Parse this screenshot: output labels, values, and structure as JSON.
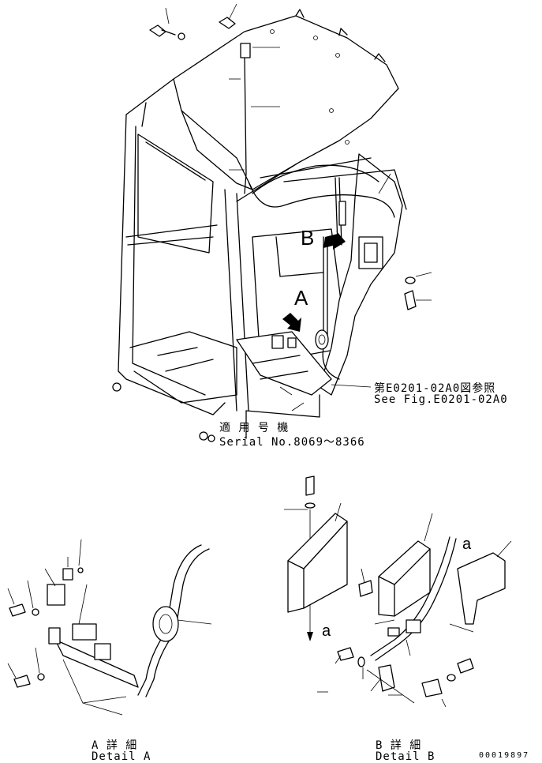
{
  "callouts": {
    "view_b": "B",
    "view_a": "A",
    "arrow_a_left": "a",
    "arrow_a_right": "a"
  },
  "reference_note": {
    "jp": "第E0201-02A0図参照",
    "en": "See Fig.E0201-02A0"
  },
  "serial": {
    "jp": "適 用 号 機",
    "en": "Serial No.8069～8366"
  },
  "detail_a": {
    "jp": "A 詳 細",
    "en": "Detail A"
  },
  "detail_b": {
    "jp": "B 詳 細",
    "en": "Detail B"
  },
  "drawing_id": "00019897"
}
